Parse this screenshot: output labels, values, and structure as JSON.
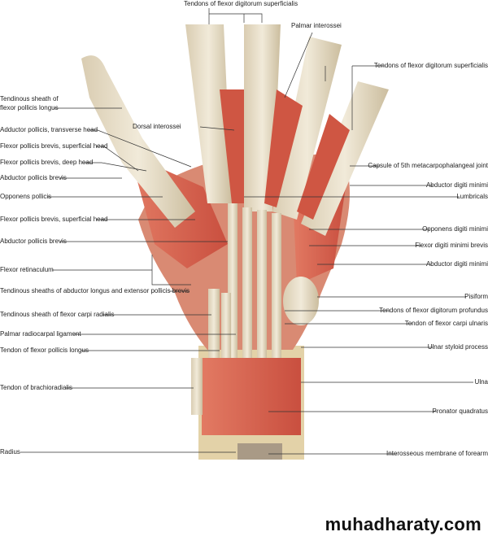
{
  "top_labels": {
    "fds_top": "Tendons of flexor digitorum superficialis",
    "palmar_interossei": "Palmar interossei",
    "dorsal_interossei": "Dorsal interossei"
  },
  "left_labels": [
    "Tendinous sheath of",
    "flexor pollicis longus",
    "Adductor pollicis, transverse head",
    "Flexor pollicis brevis, superficial head",
    "Flexor pollicis brevis, deep head",
    "Abductor pollicis brevis",
    "Opponens pollicis",
    "Flexor pollicis brevis, superficial head",
    "Abductor pollicis brevis",
    "Flexor retinaculum",
    "Tendinous sheaths of abductor longus and extensor pollicis brevis",
    "Tendinous sheath of flexor carpi radialis",
    "Palmar radiocarpal ligament",
    "Tendon of flexor pollicis longus",
    "Tendon of brachioradialis",
    "Radius"
  ],
  "right_labels": [
    "Tendons of flexor digitorum superficialis",
    "Capsule of 5th metacarpophalangeal joint",
    "Abductor digiti minimi",
    "Lumbricals",
    "Opponens digiti minimi",
    "Flexor digiti minimi brevis",
    "Abductor digiti minimi",
    "Pisiform",
    "Tendons of flexor digitorum profundus",
    "Tendon of flexor carpi ulnaris",
    "Ulnar styloid process",
    "Ulna",
    "Pronator quadratus",
    "Interosseous membrane of forearm"
  ],
  "watermark": "muhadharaty.com",
  "colors": {
    "muscle": "#d9624f",
    "tendon": "#e6dcc6",
    "bone": "#e8d8b0",
    "line": "#333333"
  }
}
